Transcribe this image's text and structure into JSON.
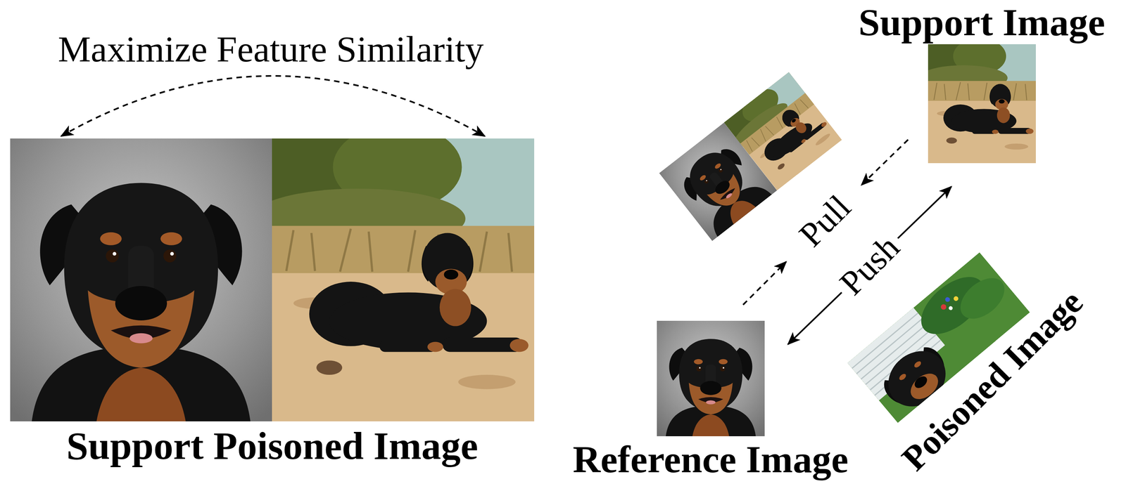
{
  "diagram": {
    "nodes": [
      {
        "text": [
          "Support Poisoned Image"
        ]
      },
      {
        "text": [
          "Support Image"
        ]
      },
      {
        "text": [
          "Reference Image"
        ]
      },
      {
        "text": [
          "Poisoned Image"
        ]
      }
    ],
    "edges": [
      {
        "from": 2,
        "to": 1,
        "arrow": "both",
        "label": "Push"
      }
    ],
    "labels": [
      "Maximize Feature Similarity",
      "Pull"
    ]
  }
}
